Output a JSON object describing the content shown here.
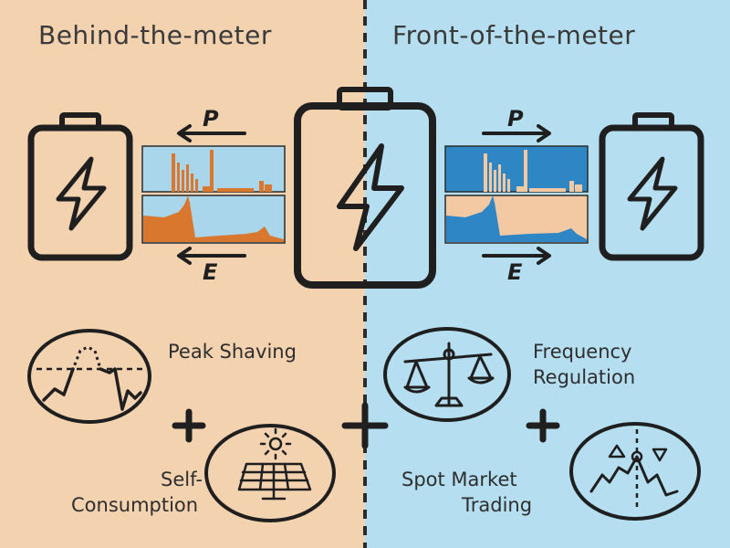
{
  "title_left": "Behind-the-meter",
  "title_right": "Front-of-the-meter",
  "arrow_label_power": "P",
  "arrow_label_energy": "E",
  "apps": {
    "peak_shaving": "Peak Shaving",
    "self_consumption_line1": "Self-",
    "self_consumption_line2": "Consumption",
    "frequency_line1": "Frequency",
    "frequency_line2": "Regulation",
    "spot_line1": "Spot Market",
    "spot_line2": "Trading"
  },
  "colors": {
    "behind_bg": "#f3d2b0",
    "front_bg": "#b5dff0",
    "behind_chart": "#d9772e",
    "front_chart": "#2f86c4"
  },
  "icons": [
    "battery-icon",
    "lightning-icon",
    "peak-shaving-icon",
    "solar-panel-icon",
    "scale-icon",
    "market-chart-icon",
    "plus-icon",
    "arrow-left-icon",
    "arrow-right-icon"
  ]
}
